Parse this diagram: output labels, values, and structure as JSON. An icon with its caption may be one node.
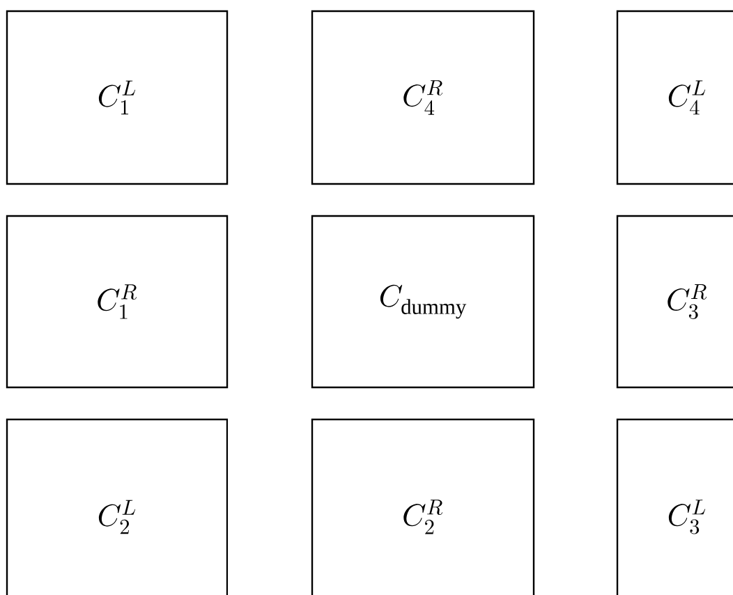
{
  "diagram": {
    "nodes": [
      {
        "text": [
          "C_{1}^{L}"
        ]
      },
      {
        "text": [
          "C_{4}^{R}"
        ]
      },
      {
        "text": [
          "C_{4}^{L}"
        ]
      },
      {
        "text": [
          "C_{1}^{R}"
        ]
      },
      {
        "text": [
          "C_{\\mathrm{dummy}}"
        ]
      },
      {
        "text": [
          "C_{3}^{R}"
        ]
      },
      {
        "text": [
          "C_{2}^{L}"
        ]
      },
      {
        "text": [
          "C_{2}^{R}"
        ]
      },
      {
        "text": [
          "C_{3}^{L}"
        ]
      }
    ]
  }
}
